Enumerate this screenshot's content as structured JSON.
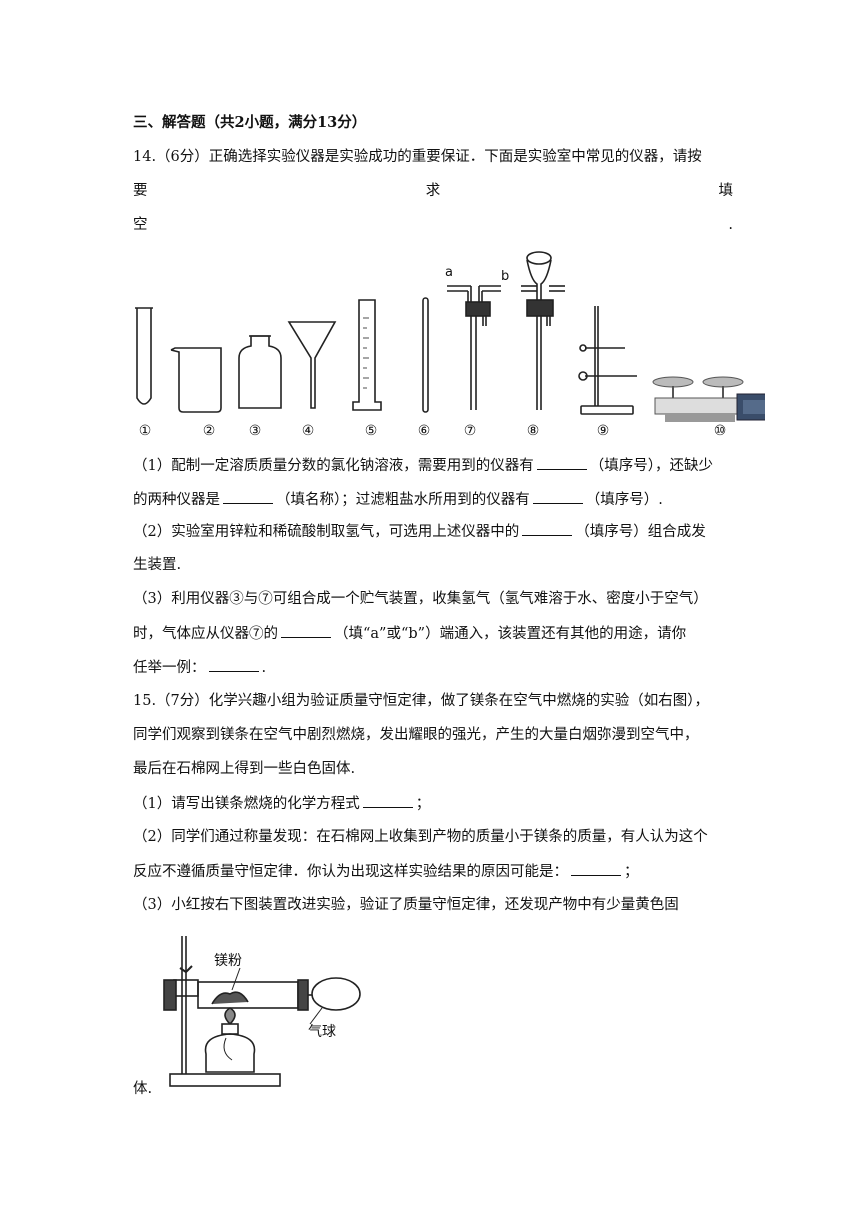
{
  "section_title": "三、解答题（共2小题，满分13分）",
  "q14": {
    "stem_line1": "14.（6分）正确选择实验仪器是实验成功的重要保证．下面是实验室中常见的仪器，请按",
    "stem_line2": [
      "要",
      "求",
      "填"
    ],
    "stem_line3": [
      "空",
      "."
    ],
    "instrument_labels": [
      "①",
      "②",
      "③",
      "④",
      "⑤",
      "⑥",
      "⑦",
      "⑧",
      "⑨",
      "⑩"
    ],
    "port_labels": [
      "a",
      "b"
    ],
    "p1_a": "（1）配制一定溶质质量分数的氯化钠溶液，需要用到的仪器有",
    "p1_b": "（填序号），还缺少",
    "p1_c": "的两种仪器是",
    "p1_d": "（填名称）；过滤粗盐水所用到的仪器有",
    "p1_e": "（填序号）.",
    "p2_a": "（2）实验室用锌粒和稀硫酸制取氢气，可选用上述仪器中的",
    "p2_b": "（填序号）组合成发",
    "p2_c": "生装置.",
    "p3_a": "（3）利用仪器③与⑦可组合成一个贮气装置，收集氢气（氢气难溶于水、密度小于空气）",
    "p3_b": "时，气体应从仪器⑦的",
    "p3_c": "（填“a”或“b”）端通入，该装置还有其他的用途，请你",
    "p3_d": "任举一例：",
    "p3_e": "."
  },
  "q15": {
    "l1": "15.（7分）化学兴趣小组为验证质量守恒定律，做了镁条在空气中燃烧的实验（如右图），",
    "l2": "同学们观察到镁条在空气中剧烈燃烧，发出耀眼的强光，产生的大量白烟弥漫到空气中，",
    "l3": "最后在石棉网上得到一些白色固体.",
    "p1_a": "（1）请写出镁条燃烧的化学方程式",
    "p1_b": "；",
    "p2_a": "（2）同学们通过称量发现：在石棉网上收集到产物的质量小于镁条的质量，有人认为这个",
    "p2_b": "反应不遵循质量守恒定律．你认为出现这样实验结果的原因可能是：",
    "p2_c": "；",
    "p3_a": "（3）小红按右下图装置改进实验，验证了质量守恒定律，还发现产物中有少量黄色固",
    "p3_end": "体.",
    "diagram_labels": {
      "powder": "镁粉",
      "balloon": "气球"
    }
  }
}
